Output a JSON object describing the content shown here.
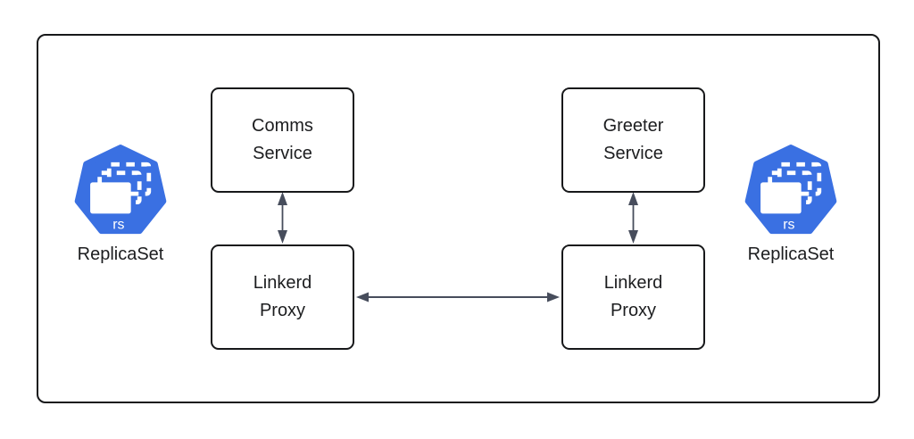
{
  "colors": {
    "accent-blue": "#3a70e2",
    "arrow": "#474d5c",
    "box-border": "#17181a",
    "text": "#1c1d1f",
    "background": "#ffffff"
  },
  "diagram": {
    "nodes": {
      "comms_service": {
        "line1": "Comms",
        "line2": "Service"
      },
      "greeter_service": {
        "line1": "Greeter",
        "line2": "Service"
      },
      "linkerd_proxy_left": {
        "line1": "Linkerd",
        "line2": "Proxy"
      },
      "linkerd_proxy_right": {
        "line1": "Linkerd",
        "line2": "Proxy"
      }
    },
    "replicasets": [
      {
        "badge": "rs",
        "label": "ReplicaSet"
      },
      {
        "badge": "rs",
        "label": "ReplicaSet"
      }
    ],
    "edges": [
      {
        "from": "comms_service",
        "to": "linkerd_proxy_left",
        "direction": "bidirectional",
        "orientation": "vertical"
      },
      {
        "from": "greeter_service",
        "to": "linkerd_proxy_right",
        "direction": "bidirectional",
        "orientation": "vertical"
      },
      {
        "from": "linkerd_proxy_left",
        "to": "linkerd_proxy_right",
        "direction": "bidirectional",
        "orientation": "horizontal"
      }
    ]
  }
}
